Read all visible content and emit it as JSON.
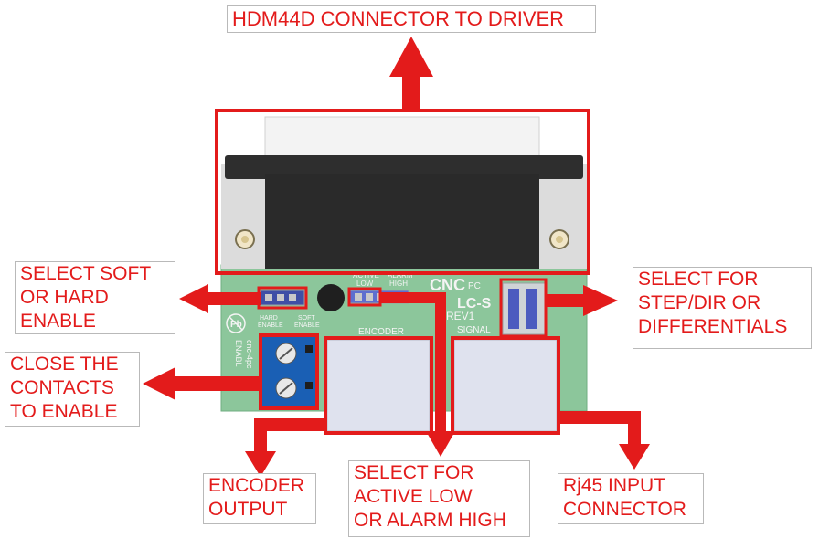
{
  "labels": {
    "hdm": "HDM44D CONNECTOR TO DRIVER",
    "soft_hard": [
      "SELECT SOFT",
      "OR HARD",
      "ENABLE"
    ],
    "close_contacts": [
      "CLOSE THE",
      "CONTACTS",
      "TO ENABLE"
    ],
    "step_dir": [
      "SELECT FOR",
      "STEP/DIR OR",
      "DIFFERENTIALS"
    ],
    "encoder_output": [
      "ENCODER",
      "OUTPUT"
    ],
    "active_low": [
      "SELECT FOR",
      "ACTIVE LOW",
      "OR ALARM HIGH"
    ],
    "rj45": [
      "Rj45 INPUT",
      "CONNECTOR"
    ]
  },
  "board": {
    "brand": "CNC",
    "brand_suffix": "PC",
    "model": "LC-S",
    "rev": "REV1",
    "encoder": "ENCODER",
    "signal": "SIGNAL",
    "enable": "ENABL",
    "site": "cnc-4pc",
    "hard_enable": [
      "HARD",
      "ENABLE"
    ],
    "soft_enable": [
      "SOFT",
      "ENABLE"
    ],
    "active_low": [
      "ACTIVE",
      "LOW"
    ],
    "alarm_high": [
      "ALARM",
      "HIGH"
    ]
  },
  "colors": {
    "annotation": "#e31b1b",
    "pcb": "#8cc69b",
    "connector_body": "#2a2a2a",
    "terminal": "#1a5fb4"
  }
}
